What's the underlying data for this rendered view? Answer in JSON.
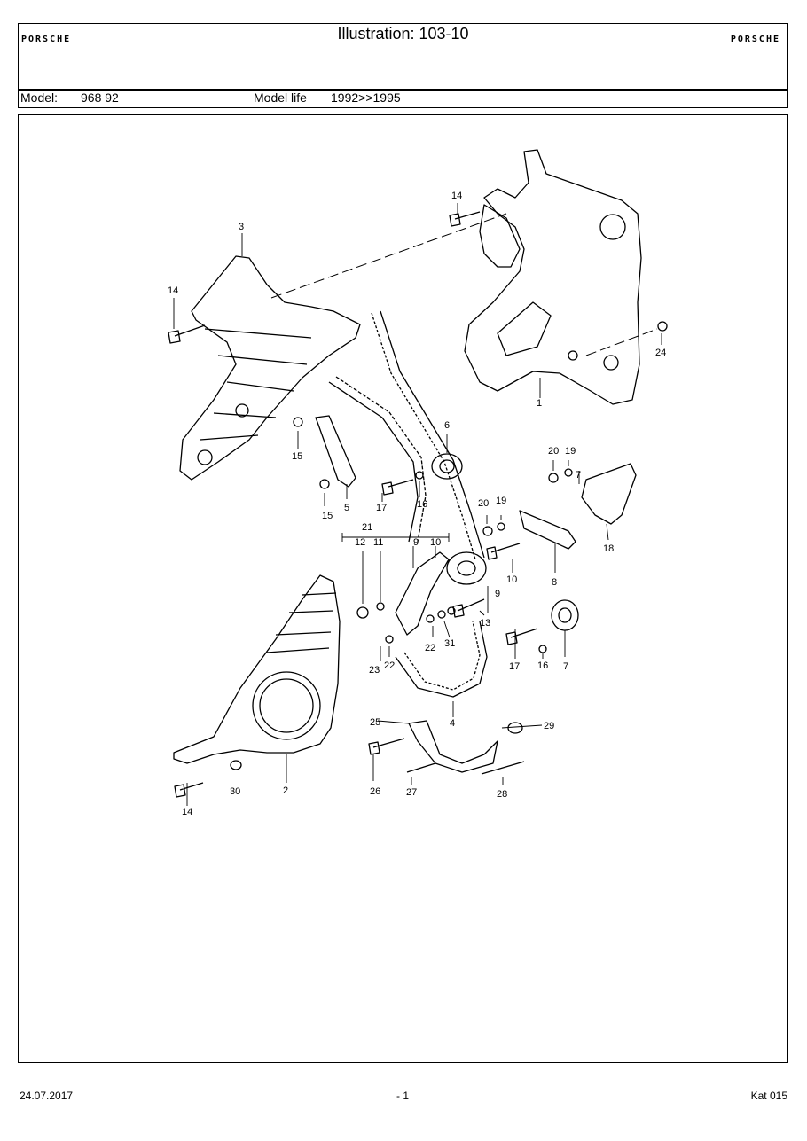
{
  "header": {
    "brand_left": "PORSCHE",
    "brand_right": "PORSCHE",
    "title": "Illustration: 103-10",
    "model_label": "Model:",
    "model_value": "968 92",
    "model_life_label": "Model life",
    "model_life_value": "1992>>1995"
  },
  "callouts": {
    "c1": "1",
    "c2": "2",
    "c3": "3",
    "c4": "4",
    "c5": "5",
    "c6": "6",
    "c7a": "7",
    "c7b": "7",
    "c8": "8",
    "c9a": "9",
    "c9b": "9",
    "c10a": "10",
    "c10b": "10",
    "c11": "11",
    "c12": "12",
    "c13": "13",
    "c14a": "14",
    "c14b": "14",
    "c14c": "14",
    "c15a": "15",
    "c15b": "15",
    "c16a": "16",
    "c16b": "16",
    "c17a": "17",
    "c17b": "17",
    "c18": "18",
    "c19a": "19",
    "c19b": "19",
    "c20a": "20",
    "c20b": "20",
    "c21": "21",
    "c22a": "22",
    "c22b": "22",
    "c23": "23",
    "c24": "24",
    "c25": "25",
    "c26": "26",
    "c27": "27",
    "c28": "28",
    "c29": "29",
    "c30": "30",
    "c31": "31"
  },
  "footer": {
    "date": "24.07.2017",
    "page": "- 1",
    "catalog": "Kat 015"
  }
}
